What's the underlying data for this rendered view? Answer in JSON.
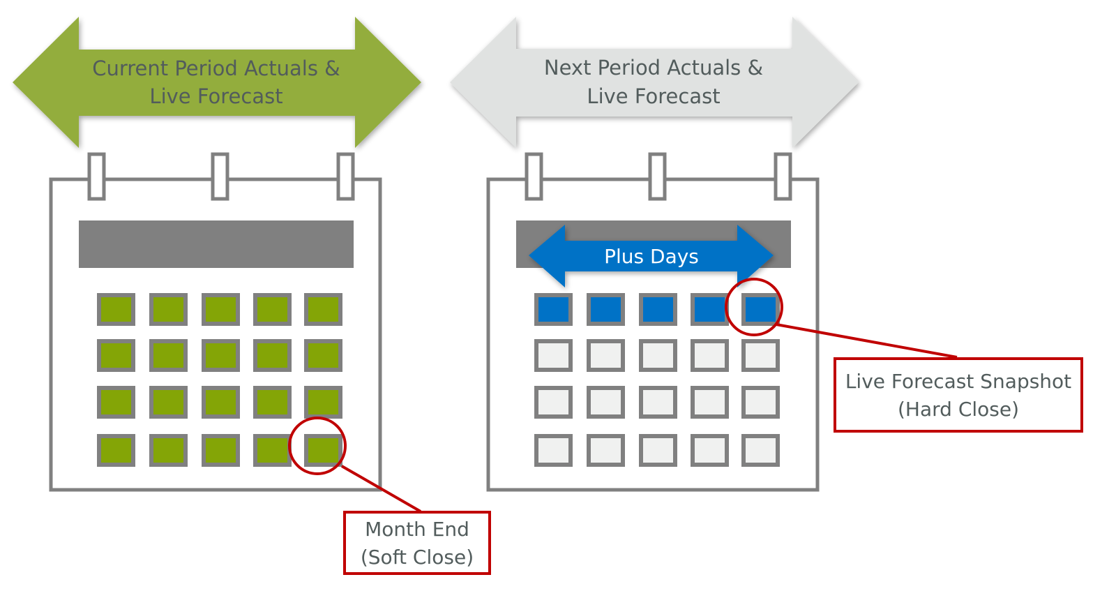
{
  "colors": {
    "green_arrow": "#93AD3D",
    "gray_arrow": "#E0E2E1",
    "blue_arrow": "#0072C6",
    "calendar_stroke": "#808080",
    "green_cell": "#84A506",
    "blue_cell": "#0072C6",
    "empty_cell": "#F0F1F0",
    "callout_red": "#C00000",
    "text_dark": "#525C5C",
    "text_white": "#FFFFFF"
  },
  "current_period": {
    "arrow_label_line1": "Current Period Actuals &",
    "arrow_label_line2": "Live Forecast",
    "rows": 4,
    "cols": 5,
    "filled_cells": 20,
    "cell_state": "green",
    "highlight": {
      "row": 4,
      "col": 5
    },
    "callout_line1": "Month End",
    "callout_line2": "(Soft Close)"
  },
  "next_period": {
    "arrow_label_line1": "Next Period Actuals &",
    "arrow_label_line2": "Live Forecast",
    "plus_days_label": "Plus Days",
    "rows": 4,
    "cols": 5,
    "filled_cells": 5,
    "cell_state": "blue",
    "highlight": {
      "row": 1,
      "col": 5
    },
    "callout_line1": "Live Forecast Snapshot",
    "callout_line2": "(Hard Close)"
  }
}
